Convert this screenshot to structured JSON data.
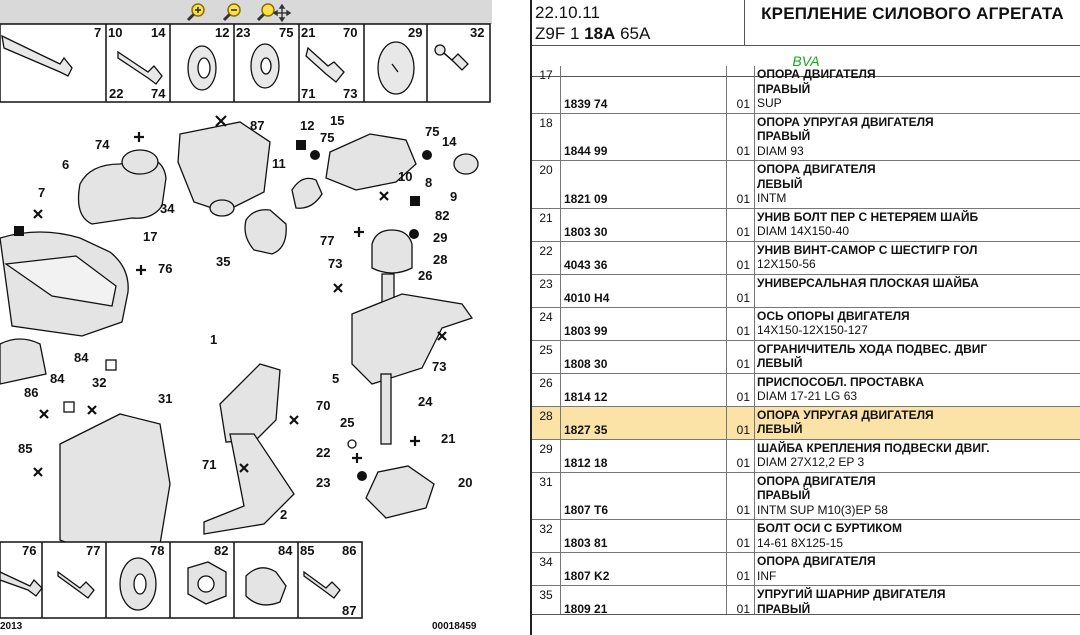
{
  "toolbar": {
    "zoom_in_icon": "zoom-in-icon",
    "zoom_out_icon": "zoom-out-icon",
    "zoom_pan_icon": "zoom-pan-icon"
  },
  "diagram": {
    "top_boxes": [
      "7",
      "10",
      "14",
      "22",
      "74",
      "12",
      "23",
      "75",
      "21",
      "70",
      "71",
      "73",
      "29",
      "32"
    ],
    "bottom_boxes": [
      "76",
      "77",
      "78",
      "82",
      "84",
      "85",
      "86",
      "87"
    ],
    "labels": [
      "74",
      "6",
      "87",
      "12",
      "75",
      "15",
      "75",
      "14",
      "11",
      "7",
      "10",
      "8",
      "9",
      "34",
      "17",
      "76",
      "82",
      "29",
      "77",
      "35",
      "28",
      "73",
      "26",
      "1",
      "84",
      "86",
      "84",
      "32",
      "5",
      "73",
      "31",
      "24",
      "70",
      "25",
      "21",
      "22",
      "85",
      "71",
      "23",
      "20",
      "2"
    ],
    "footer_left": "2013",
    "footer_right": "00018459"
  },
  "header": {
    "date": "22.10.11",
    "code_prefix": "Z9F 1",
    "code_bold": "18A",
    "code_suffix": "65A",
    "title": "КРЕПЛЕНИЕ СИЛОВОГО АГРЕГАТА"
  },
  "filter": {
    "label": "BVA"
  },
  "rows": [
    {
      "ref": "17",
      "part": "1839 74",
      "qty": "01",
      "lines": [
        "ОПОРА ДВИГАТЕЛЯ",
        "ПРАВЫЙ"
      ],
      "notes": [
        "SUP"
      ],
      "selected": false
    },
    {
      "ref": "18",
      "part": "1844 99",
      "qty": "01",
      "lines": [
        "ОПОРА УПРУГАЯ ДВИГАТЕЛЯ",
        "ПРАВЫЙ"
      ],
      "notes": [
        "DIAM 93"
      ],
      "selected": false
    },
    {
      "ref": "20",
      "part": "1821 09",
      "qty": "01",
      "lines": [
        "ОПОРА ДВИГАТЕЛЯ",
        "ЛЕВЫЙ"
      ],
      "notes": [
        "INTM"
      ],
      "selected": false
    },
    {
      "ref": "21",
      "part": "1803 30",
      "qty": "01",
      "lines": [
        "УНИВ БОЛТ ПЕР С НЕТЕРЯЕМ ШАЙБ"
      ],
      "notes": [
        "DIAM 14X150-40"
      ],
      "selected": false
    },
    {
      "ref": "22",
      "part": "4043 36",
      "qty": "01",
      "lines": [
        "УНИВ ВИНТ-САМОР С ШЕСТИГР ГОЛ"
      ],
      "notes": [
        "12X150-56"
      ],
      "selected": false
    },
    {
      "ref": "23",
      "part": "4010 H4",
      "qty": "01",
      "lines": [
        "УНИВЕРСАЛЬНАЯ ПЛОСКАЯ ШАЙБА"
      ],
      "notes": [],
      "selected": false
    },
    {
      "ref": "24",
      "part": "1803 99",
      "qty": "01",
      "lines": [
        "ОСЬ ОПОРЫ ДВИГАТЕЛЯ"
      ],
      "notes": [
        "14X150-12X150-127"
      ],
      "selected": false
    },
    {
      "ref": "25",
      "part": "1808 30",
      "qty": "01",
      "lines": [
        "ОГРАНИЧИТЕЛЬ ХОДА ПОДВЕС. ДВИГ",
        "ЛЕВЫЙ"
      ],
      "notes": [],
      "selected": false
    },
    {
      "ref": "26",
      "part": "1814 12",
      "qty": "01",
      "lines": [
        "ПРИСПОСОБЛ. ПРОСТАВКА"
      ],
      "notes": [
        "DIAM 17-21 LG 63"
      ],
      "selected": false
    },
    {
      "ref": "28",
      "part": "1827 35",
      "qty": "01",
      "lines": [
        "ОПОРА УПРУГАЯ ДВИГАТЕЛЯ",
        "ЛЕВЫЙ"
      ],
      "notes": [],
      "selected": true
    },
    {
      "ref": "29",
      "part": "1812 18",
      "qty": "01",
      "lines": [
        "ШАЙБА КРЕПЛЕНИЯ ПОДВЕСКИ ДВИГ."
      ],
      "notes": [
        "DIAM 27X12,2 EP 3"
      ],
      "selected": false
    },
    {
      "ref": "31",
      "part": "1807 T6",
      "qty": "01",
      "lines": [
        "ОПОРА ДВИГАТЕЛЯ",
        "ПРАВЫЙ"
      ],
      "notes": [
        "INTM SUP M10(3)EP 58"
      ],
      "selected": false
    },
    {
      "ref": "32",
      "part": "1803 81",
      "qty": "01",
      "lines": [
        "БОЛТ ОСИ С БУРТИКОМ"
      ],
      "notes": [
        "14-61 8X125-15"
      ],
      "selected": false
    },
    {
      "ref": "34",
      "part": "1807 K2",
      "qty": "01",
      "lines": [
        "ОПОРА ДВИГАТЕЛЯ"
      ],
      "notes": [
        "INF"
      ],
      "selected": false
    },
    {
      "ref": "35",
      "part": "1809 21",
      "qty": "01",
      "lines": [
        "УПРУГИЙ ШАРНИР ДВИГАТЕЛЯ",
        "ПРАВЫЙ"
      ],
      "notes": [],
      "selected": false
    }
  ]
}
